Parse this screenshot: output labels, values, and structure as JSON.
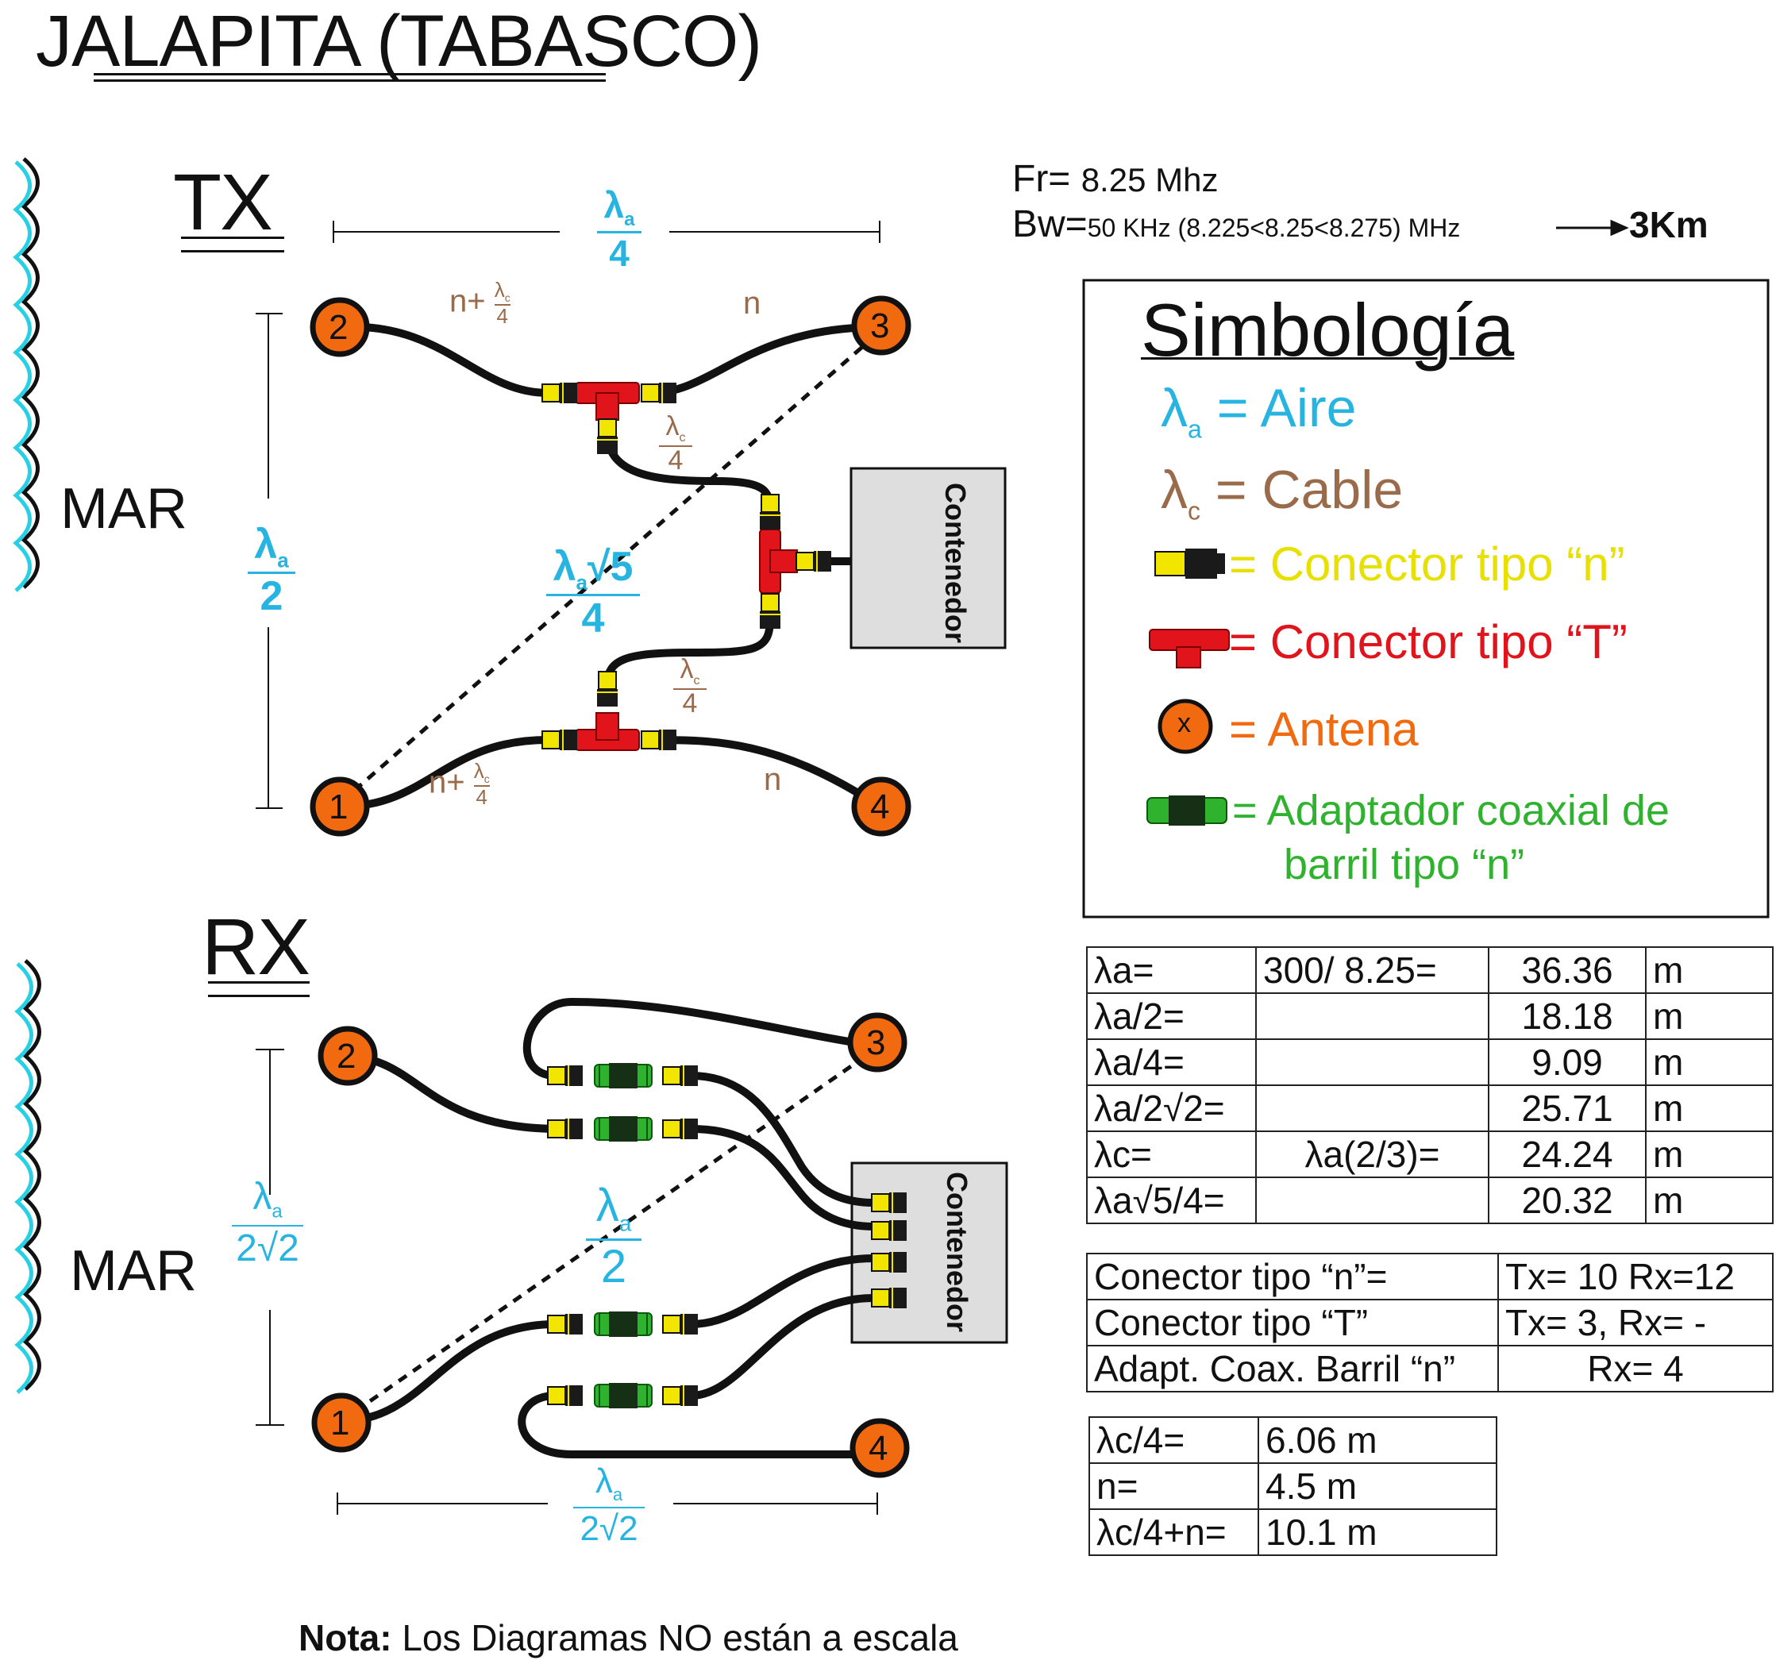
{
  "title": "JALAPITA (TABASCO)",
  "colors": {
    "air": "#28b4e0",
    "cable": "#9a6b4b",
    "n_connector": "#f2e600",
    "t_connector": "#e0141a",
    "antenna": "#f26a10",
    "barrel": "#2fb32f"
  },
  "sea_label": "MAR",
  "tx": {
    "heading": "TX",
    "dist_top": {
      "sym": "λ",
      "sub": "a",
      "den": "4"
    },
    "dist_side": {
      "sym": "λ",
      "sub": "a",
      "den": "2"
    },
    "dist_diag": {
      "sym": "λ",
      "sub": "a",
      "root": "√5",
      "den": "4"
    },
    "cable_2": {
      "prefix": "n+",
      "sym": "λ",
      "sub": "c",
      "den": "4"
    },
    "cable_3": "n",
    "cable_1": {
      "prefix": "n+",
      "sym": "λ",
      "sub": "c",
      "den": "4"
    },
    "cable_4": "n",
    "cable_top_mid": {
      "sym": "λ",
      "sub": "c",
      "den": "4"
    },
    "cable_bot_mid": {
      "sym": "λ",
      "sub": "c",
      "den": "4"
    },
    "container": "Contenedor",
    "antennas": [
      "2",
      "3",
      "1",
      "4"
    ]
  },
  "rx": {
    "heading": "RX",
    "dist_side": {
      "sym": "λ",
      "sub": "a",
      "den": "2√2"
    },
    "dist_diag": {
      "sym": "λ",
      "sub": "a",
      "den": "2"
    },
    "dist_bottom": {
      "sym": "λ",
      "sub": "a",
      "den": "2√2"
    },
    "container": "Contenedor",
    "antennas": [
      "2",
      "3",
      "1",
      "4"
    ]
  },
  "params": {
    "fr_label": "Fr=",
    "fr_value": "8.25 Mhz",
    "bw_label": "Bw=",
    "bw_value": "50 KHz (8.225<8.25<8.275) MHz",
    "range": "3Km"
  },
  "legend": {
    "title": "Simbología",
    "items": [
      {
        "sym": "λ",
        "sub": "a",
        "text": " = Aire"
      },
      {
        "sym": "λ",
        "sub": "c",
        "text": " = Cable"
      },
      {
        "text": "= Conector tipo “n”"
      },
      {
        "text": "= Conector tipo “T”"
      },
      {
        "icon_text": "x",
        "text": "= Antena"
      },
      {
        "text": "= Adaptador coaxial de",
        "text2": "barril tipo “n”"
      }
    ]
  },
  "wavelength_table": [
    [
      "λa=",
      "300/ 8.25=",
      "36.36",
      "m"
    ],
    [
      "λa/2=",
      "",
      "18.18",
      "m"
    ],
    [
      "λa/4=",
      "",
      "9.09",
      "m"
    ],
    [
      "λa/2√2=",
      "",
      "25.71",
      "m"
    ],
    [
      "λc=",
      "λa(2/3)=",
      "24.24",
      "m"
    ],
    [
      "λa√5/4=",
      "",
      "20.32",
      "m"
    ]
  ],
  "connector_table": [
    [
      "Conector tipo “n”=",
      "Tx= 10  Rx=12"
    ],
    [
      "Conector tipo “T”",
      "Tx= 3,  Rx=  -"
    ],
    [
      "Adapt. Coax. Barril “n”",
      "Rx= 4"
    ]
  ],
  "cable_table": [
    [
      "λc/4=",
      "6.06 m"
    ],
    [
      "n=",
      "4.5   m"
    ],
    [
      "λc/4+n=",
      "10.1 m"
    ]
  ],
  "note": {
    "bold": "Nota:",
    "text": " Los Diagramas NO están a escala"
  }
}
